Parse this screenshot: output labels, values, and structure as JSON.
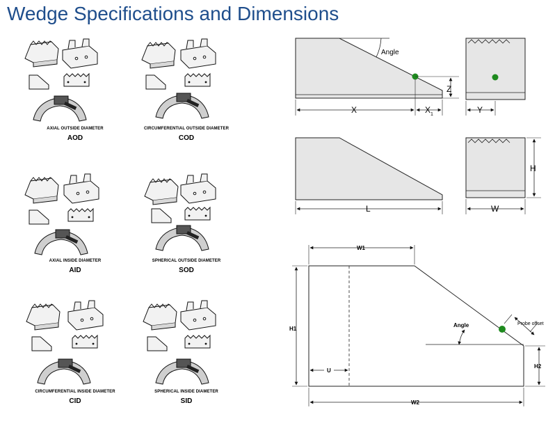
{
  "title": "Wedge Specifications and Dimensions",
  "wedges": [
    {
      "full": "AXIAL OUTSIDE DIAMETER",
      "abbr": "AOD"
    },
    {
      "full": "CIRCUMFERENTIAL OUTSIDE DIAMETER",
      "abbr": "COD"
    },
    {
      "full": "AXIAL INSIDE DIAMETER",
      "abbr": "AID"
    },
    {
      "full": "SPHERICAL OUTSIDE DIAMETER",
      "abbr": "SOD"
    },
    {
      "full": "CIRCUMFERENTIAL INSIDE DIAMETER",
      "abbr": "CID"
    },
    {
      "full": "SPHERICAL INSIDE DIAMETER",
      "abbr": "SID"
    }
  ],
  "dims": {
    "angle": "Angle",
    "x": "X",
    "x1": "X",
    "x1_sub": "1",
    "y": "Y",
    "z": "Z",
    "l": "L",
    "h": "H",
    "w": "W",
    "w1": "W1",
    "w2": "W2",
    "h1": "H1",
    "h2": "H2",
    "u": "U",
    "angle_bold": "Angle",
    "probe_offset": "Probe offset"
  },
  "colors": {
    "title": "#1f4e8c",
    "probe_point": "#1e8a1e",
    "face_fill": "#e6e6e6"
  }
}
